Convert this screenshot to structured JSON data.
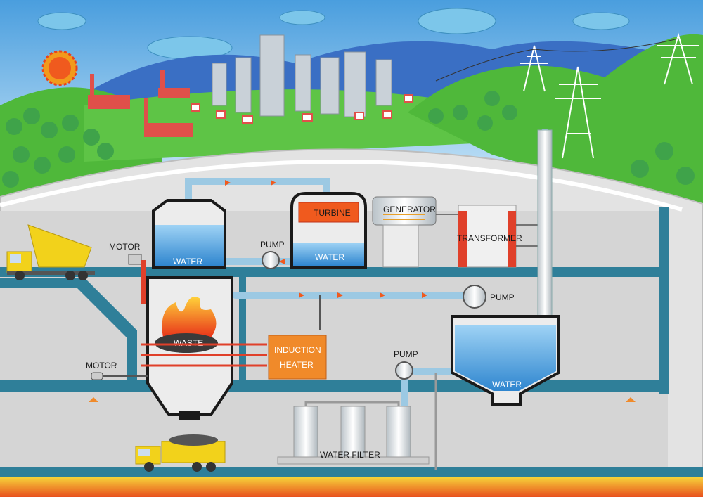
{
  "title": "Waste-to-energy power plant",
  "labels": {
    "motor_top": "MOTOR",
    "water_boiler": "WATER",
    "pump_top": "PUMP",
    "turbine": "TURBINE",
    "water_turbine": "WATER",
    "generator": "GENERATOR",
    "transformer": "TRANSFORMER",
    "pump_mid": "PUMP",
    "waste": "WASTE",
    "induction_heater_1": "INDUCTION",
    "induction_heater_2": "HEATER",
    "motor_bottom": "MOTOR",
    "pump_bottom": "PUMP",
    "water_tank": "WATER",
    "water_filter": "WATER FILTER"
  },
  "colors": {
    "sky": "#5aa9e0",
    "hill": "#4fb83a",
    "pipe_teal": "#2f7f99",
    "interior": "#dcdcdc",
    "water": "#6fb8e8",
    "fire": "#f05a1e",
    "truck": "#f2d21b",
    "heater": "#f08a2a"
  }
}
